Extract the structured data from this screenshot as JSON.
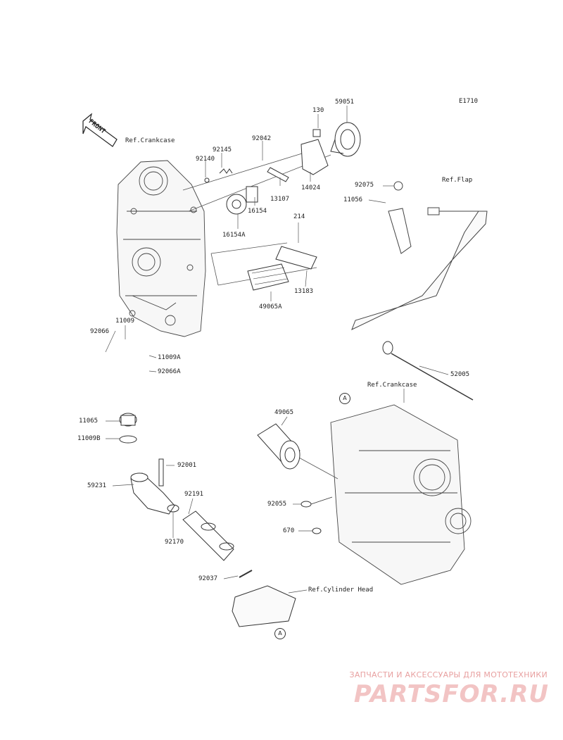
{
  "diagram_code": "E1710",
  "front_label": "FRONT",
  "references": {
    "crankcase_top": "Ref.Crankcase",
    "crankcase_mid": "Ref.Crankcase",
    "flap": "Ref.Flap",
    "cylinder_head": "Ref.Cylinder Head"
  },
  "callout_marker": "A",
  "parts": {
    "p130": "130",
    "p59051": "59051",
    "p92042": "92042",
    "p92145": "92145",
    "p92140": "92140",
    "p14024": "14024",
    "p13107": "13107",
    "p16154": "16154",
    "p16154A": "16154A",
    "p214": "214",
    "p13183": "13183",
    "p49065A": "49065A",
    "p92075": "92075",
    "p11056": "11056",
    "p11009": "11009",
    "p92066": "92066",
    "p11009A": "11009A",
    "p92066A": "92066A",
    "p52005": "52005",
    "p49065": "49065",
    "p11065": "11065",
    "p11009B": "11009B",
    "p92001": "92001",
    "p59231": "59231",
    "p92191": "92191",
    "p92170": "92170",
    "p92055": "92055",
    "p670": "670",
    "p92037": "92037"
  },
  "watermark": {
    "caption": "ЗАПЧАСТИ И АКСЕССУАРЫ ДЛЯ МОТОТЕХНИКИ",
    "logo": "PARTSFOR.RU"
  }
}
